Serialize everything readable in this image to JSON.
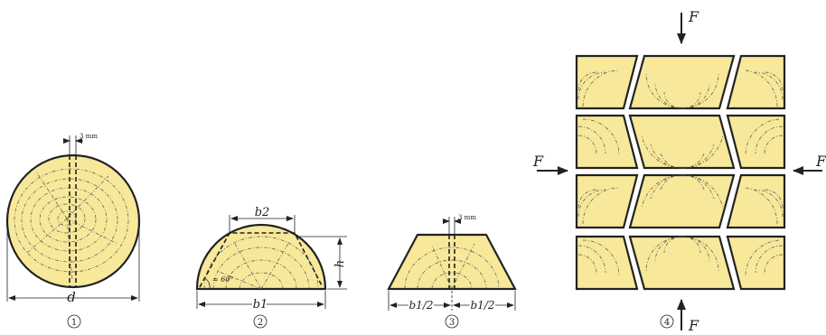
{
  "figures": {
    "fig1": {
      "number": "1",
      "dim_d": "d",
      "cut_width": "3 mm"
    },
    "fig2": {
      "number": "2",
      "dim_b2": "b2",
      "dim_b1": "b1",
      "dim_h": "h",
      "angle": "≈ 60°"
    },
    "fig3": {
      "number": "3",
      "dim_left": "b1/2",
      "dim_right": "b1/2",
      "cut_width": "3 mm"
    },
    "fig4": {
      "number": "4",
      "force_label": "F"
    }
  },
  "colors": {
    "wood": "#f7e89a",
    "outline": "#222222"
  }
}
